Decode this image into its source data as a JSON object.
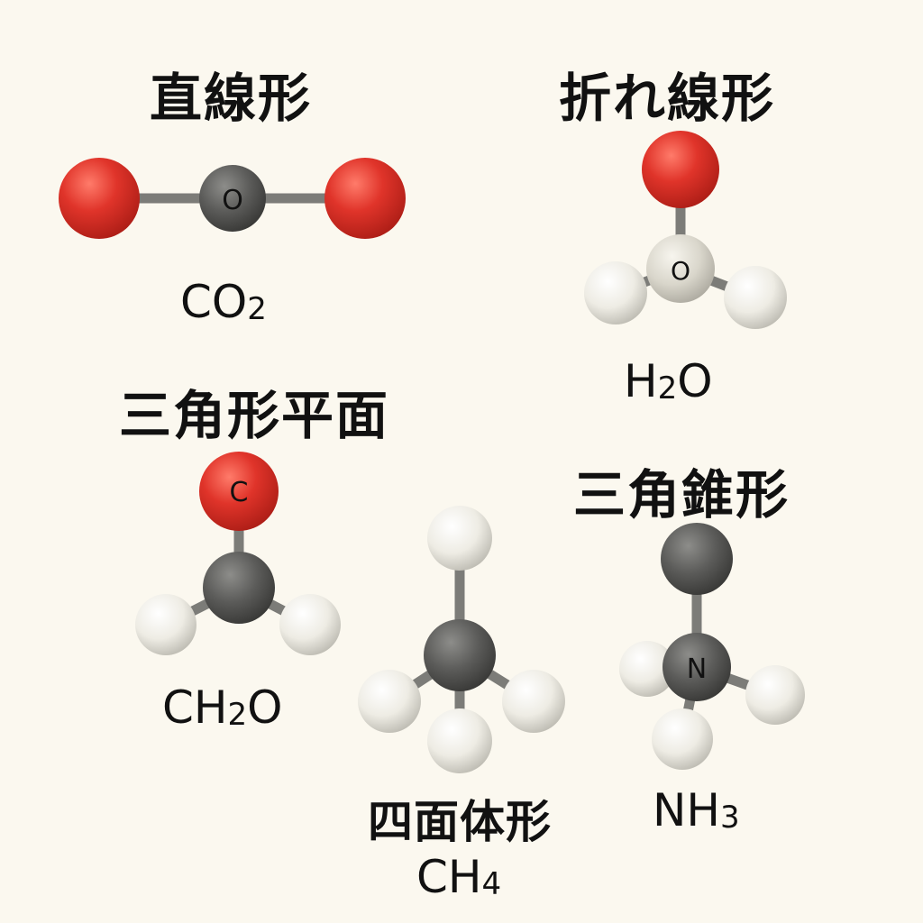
{
  "colors": {
    "background": "#fbf8ef",
    "oxygen": "#e0342a",
    "carbon": "#5c5c5a",
    "hydrogen": "#eeece4",
    "bond": "#7c7c78"
  },
  "molecules": {
    "co2": {
      "shape": "直線形",
      "formula": {
        "main": "CO",
        "sub": "2",
        "tail": ""
      },
      "center_letter": "O"
    },
    "h2o": {
      "shape": "折れ線形",
      "formula": {
        "main": "H",
        "sub": "2",
        "tail": "O"
      },
      "center_letter": "O"
    },
    "ch2o": {
      "shape": "三角形平面",
      "formula": {
        "main": "CH",
        "sub": "2",
        "tail": "O"
      },
      "top_letter": "C"
    },
    "ch4": {
      "shape": "四面体形",
      "formula": {
        "main": "CH",
        "sub": "4",
        "tail": ""
      }
    },
    "nh3": {
      "shape": "三角錐形",
      "formula": {
        "main": "NH",
        "sub": "3",
        "tail": ""
      },
      "center_letter": "N"
    }
  }
}
